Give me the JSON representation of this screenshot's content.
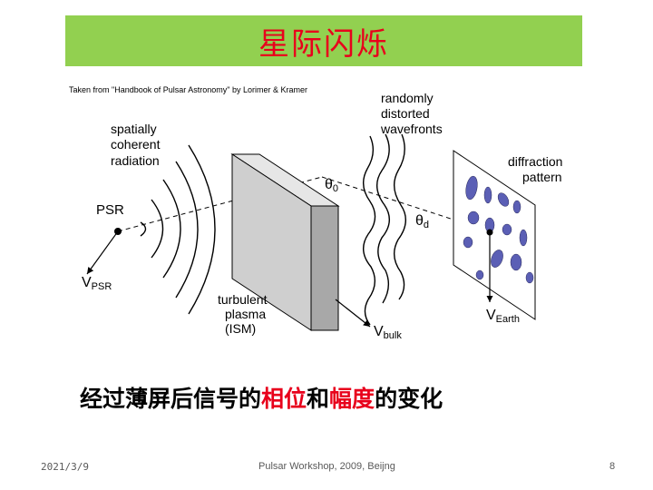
{
  "slide": {
    "title": "星际闪烁",
    "caption_part1": "经过薄屏后信号的",
    "caption_hl1": "相位",
    "caption_part2": "和",
    "caption_hl2": "幅度",
    "caption_part3": "的变化"
  },
  "diagram": {
    "source_note": "Taken from \"Handbook of Pulsar Astronomy\" by Lorimer & Kramer",
    "label_coherent_1": "spatially",
    "label_coherent_2": "coherent",
    "label_coherent_3": "radiation",
    "label_psr": "PSR",
    "label_vpsr_main": "V",
    "label_vpsr_sub": "PSR",
    "label_turbulent_1": "turbulent",
    "label_turbulent_2": "plasma",
    "label_turbulent_3": "(ISM)",
    "label_wavefronts_1": "randomly",
    "label_wavefronts_2": "distorted",
    "label_wavefronts_3": "wavefronts",
    "label_theta0_main": "θ",
    "label_theta0_sub": "0",
    "label_thetad_main": "θ",
    "label_thetad_sub": "d",
    "label_vbulk_main": "V",
    "label_vbulk_sub": "bulk",
    "label_diffraction_1": "diffraction",
    "label_diffraction_2": "pattern",
    "label_vearth_main": "V",
    "label_vearth_sub": "Earth"
  },
  "footer": {
    "date": "2021/3/9",
    "event": "Pulsar Workshop, 2009, Beijng",
    "page": "8"
  },
  "colors": {
    "title_bg": "#92d050",
    "title_text": "#e8001c",
    "highlight": "#e8001c",
    "blob": "#5b5fb5"
  }
}
